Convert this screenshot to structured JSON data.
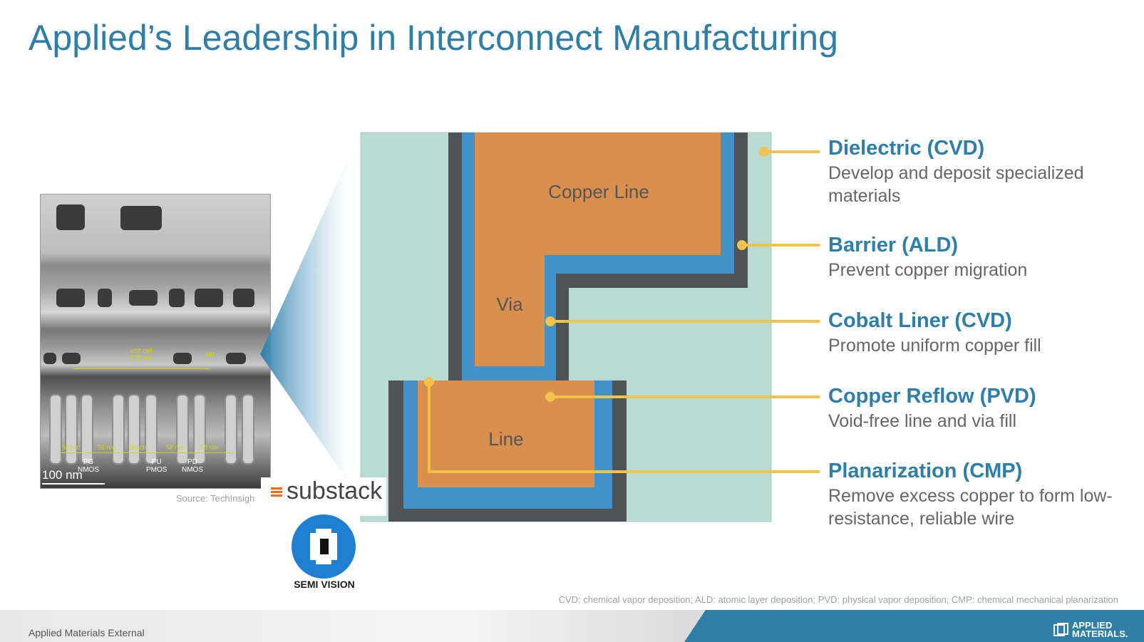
{
  "title": "Applied’s Leadership in Interconnect Manufacturing",
  "tem_image": {
    "scale_label": "100 nm",
    "source": "Source: TechInsigh",
    "unit_cell": "unit cell\n228 nm",
    "m0": "M0",
    "fin_pitches": [
      "58 nm",
      "56 nm",
      "56 nm",
      "58 nm",
      "58 nm"
    ],
    "transistors": [
      "PG\nNMOS",
      "PU\nPMOS",
      "PD\nNMOS"
    ]
  },
  "diagram": {
    "copper_line_label": "Copper Line",
    "via_label": "Via",
    "line_label": "Line",
    "colors": {
      "dielectric": "#b8dbd4",
      "barrier": "#4f5257",
      "cobalt_liner": "#4192c7",
      "copper": "#d98f4e",
      "leader": "#f2c34a"
    }
  },
  "callouts": [
    {
      "title": "Dielectric (CVD)",
      "desc": "Develop and deposit specialized materials"
    },
    {
      "title": "Barrier (ALD)",
      "desc": "Prevent copper migration"
    },
    {
      "title": "Cobalt Liner (CVD)",
      "desc": "Promote uniform copper fill"
    },
    {
      "title": "Copper Reflow (PVD)",
      "desc": "Void-free line and via fill"
    },
    {
      "title": "Planarization (CMP)",
      "desc": "Remove excess copper to form low-resistance, reliable wire"
    }
  ],
  "watermarks": {
    "substack": "substack",
    "semivision": "SEMI VISION"
  },
  "footnote": "CVD: chemical vapor deposition; ALD: atomic layer deposition; PVD: physical vapor deposition; CMP: chemical mechanical planarization",
  "footer": {
    "label": "Applied Materials External",
    "logo_line1": "APPLIED",
    "logo_line2": "MATERIALS."
  }
}
